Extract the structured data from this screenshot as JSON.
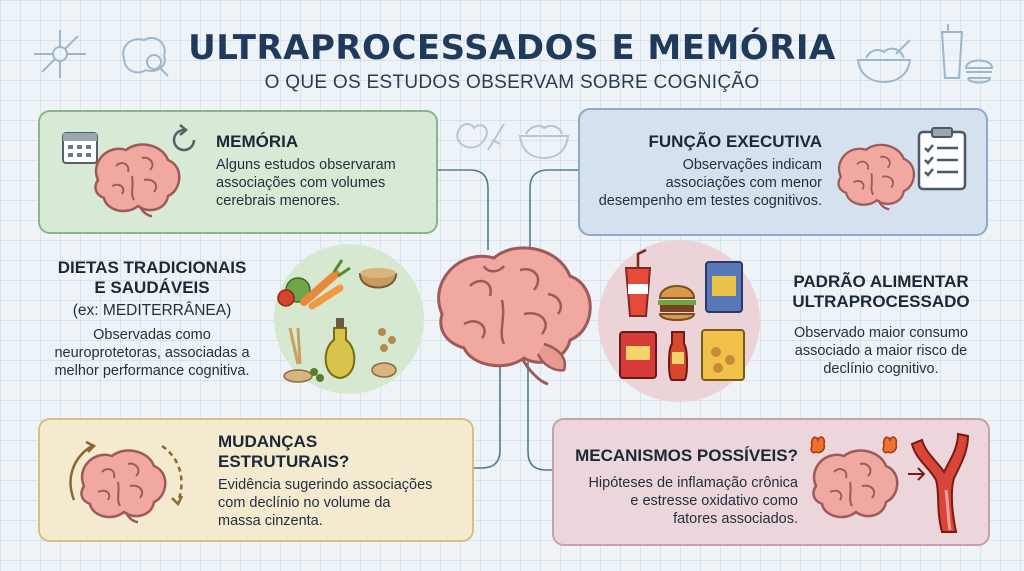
{
  "header": {
    "title": "ULTRAPROCESSADOS E MEMÓRIA",
    "subtitle": "O QUE OS ESTUDOS OBSERVAM SOBRE COGNIÇÃO"
  },
  "memoria": {
    "heading": "MEMÓRIA",
    "lines": [
      "Alguns estudos observaram",
      "associações com volumes",
      "cerebrais menores."
    ]
  },
  "funcao": {
    "heading": "FUNÇÃO EXECUTIVA",
    "lines": [
      "Observações indicam",
      "associações com menor",
      "desempenho em testes cognitivos."
    ]
  },
  "dietas": {
    "heading_lines": [
      "DIETAS TRADICIONAIS",
      "E SAUDÁVEIS"
    ],
    "example": "(ex: MEDITERRÂNEA)",
    "lines": [
      "Observadas como",
      "neuroprotetoras, associadas a",
      "melhor performance cognitiva."
    ]
  },
  "padrao": {
    "heading_lines": [
      "PADRÃO ALIMENTAR",
      "ULTRAPROCESSADO"
    ],
    "lines": [
      "Observado maior consumo",
      "associado a maior risco de",
      "declínio cognitivo."
    ]
  },
  "mudancas": {
    "heading_lines": [
      "MUDANÇAS",
      "ESTRUTURAIS?"
    ],
    "lines": [
      "Evidência sugerindo associações",
      "com declínio no volume da",
      "massa cinzenta."
    ]
  },
  "mecanismos": {
    "heading": "MECANISMOS POSSÍVEIS?",
    "lines": [
      "Hipóteses de inflamação crônica",
      "e estresse oxidativo como",
      "fatores associados."
    ]
  },
  "colors": {
    "brain": "#f0a8a0",
    "brain_stroke": "#9c5a5a",
    "green_box": "#d8ead5",
    "blue_box": "#d5e1ef",
    "yellow_box": "#f4ead0",
    "pink_box": "#ecd6dc"
  }
}
